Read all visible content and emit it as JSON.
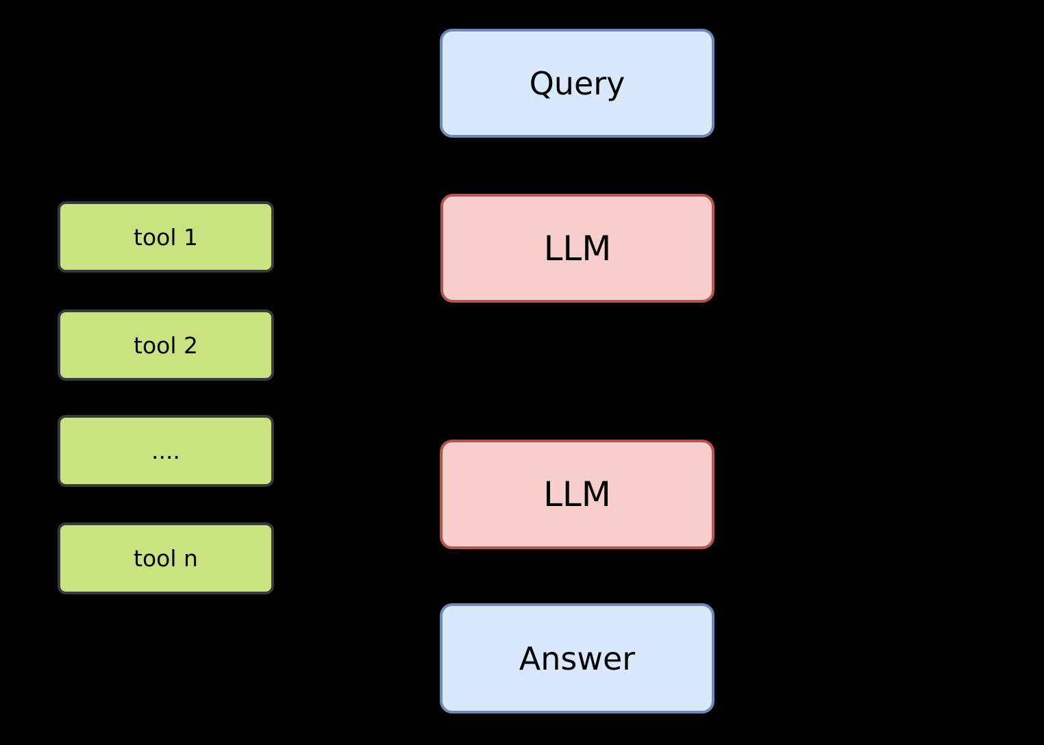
{
  "background_color": "#000000",
  "palette": {
    "background": "#000000",
    "text_color": "#000000",
    "blue_fill": "#dae8fc",
    "blue_border": "#6e88ba",
    "pink_fill": "#f8cecc",
    "pink_border": "#b5534f",
    "green_fill": "#c9e381",
    "green_border": "#36393d"
  },
  "tools_column": {
    "items": [
      {
        "label": "tool 1"
      },
      {
        "label": "tool 2"
      },
      {
        "label": "...."
      },
      {
        "label": "tool n"
      }
    ]
  },
  "flow_column": {
    "nodes": [
      {
        "label": "Query",
        "style": "blue"
      },
      {
        "label": "LLM",
        "style": "pink"
      },
      {
        "label": "LLM",
        "style": "pink"
      },
      {
        "label": "Answer",
        "style": "blue"
      }
    ]
  }
}
